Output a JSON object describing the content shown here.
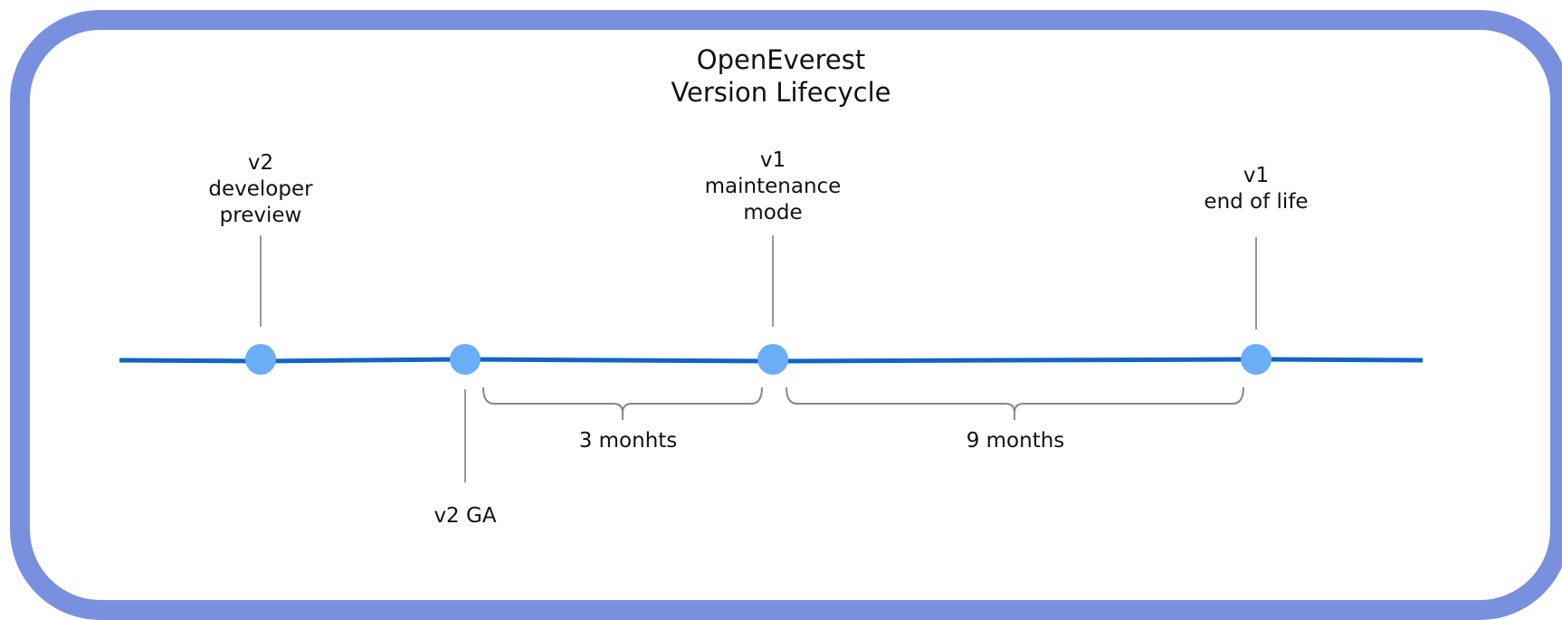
{
  "title": {
    "line1": "OpenEverest",
    "line2": "Version Lifecycle"
  },
  "colors": {
    "frame": "#7890de",
    "timeline": "#1164c8",
    "milestone": "#6aaef6",
    "connector": "#999999",
    "brace": "#888888"
  },
  "milestones": [
    {
      "id": "v2-developer-preview",
      "lines": [
        "v2",
        "developer",
        "preview"
      ],
      "label_position": "above"
    },
    {
      "id": "v2-ga",
      "lines": [
        "v2 GA"
      ],
      "label_position": "below"
    },
    {
      "id": "v1-maintenance-mode",
      "lines": [
        "v1",
        "maintenance",
        "mode"
      ],
      "label_position": "above"
    },
    {
      "id": "v1-end-of-life",
      "lines": [
        "v1",
        "end of life"
      ],
      "label_position": "above"
    }
  ],
  "durations": [
    {
      "from": "v2-ga",
      "to": "v1-maintenance-mode",
      "label": "3 monhts"
    },
    {
      "from": "v1-maintenance-mode",
      "to": "v1-end-of-life",
      "label": "9 months"
    }
  ]
}
